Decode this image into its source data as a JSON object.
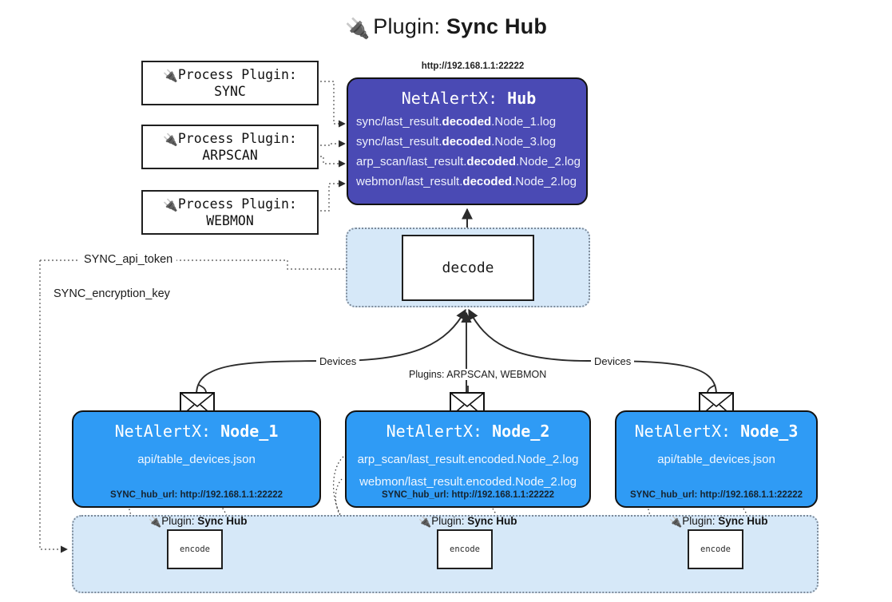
{
  "page": {
    "title_icon": "electric-plug-icon",
    "title_prefix": "Plugin:",
    "title_name": "Sync Hub",
    "bg_color": "#ffffff"
  },
  "colors": {
    "hub_fill": "#4a4ab4",
    "node_fill": "#2f9bf5",
    "group_fill": "#d6e8f8",
    "group_border": "#7d8a99",
    "outline": "#121212"
  },
  "process_plugins": [
    {
      "icon": "electric-plug-icon",
      "line1": "Process Plugin:",
      "line2": "SYNC"
    },
    {
      "icon": "electric-plug-icon",
      "line1": "Process Plugin:",
      "line2": "ARPSCAN"
    },
    {
      "icon": "electric-plug-icon",
      "line1": "Process Plugin:",
      "line2": "WEBMON"
    }
  ],
  "hub": {
    "url": "http://192.168.1.1:22222",
    "title_prefix": "NetAlertX:",
    "title_name": "Hub",
    "lines": [
      {
        "pre": "sync/last_result.",
        "mid": "decoded",
        "post": ".Node_1.log"
      },
      {
        "pre": "sync/last_result.",
        "mid": "decoded",
        "post": ".Node_3.log"
      },
      {
        "pre": "arp_scan/last_result.",
        "mid": "decoded",
        "post": ".Node_2.log"
      },
      {
        "pre": "webmon/last_result.",
        "mid": "decoded",
        "post": ".Node_2.log"
      }
    ]
  },
  "decode": {
    "label": "decode"
  },
  "keys": [
    {
      "label": "SYNC_api_token"
    },
    {
      "label": "SYNC_encryption_key"
    }
  ],
  "edge_labels": {
    "devices_left": "Devices",
    "devices_right": "Devices",
    "plugins_center": "Plugins: ARPSCAN, WEBMON"
  },
  "nodes": [
    {
      "title_prefix": "NetAlertX:",
      "title_name": "Node_1",
      "lines": [
        "api/table_devices.json"
      ],
      "footer": "SYNC_hub_url: http://192.168.1.1:22222",
      "mail_icon": "envelope-icon"
    },
    {
      "title_prefix": "NetAlertX:",
      "title_name": "Node_2",
      "lines": [
        "arp_scan/last_result.encoded.Node_2.log",
        "webmon/last_result.encoded.Node_2.log"
      ],
      "footer": "SYNC_hub_url: http://192.168.1.1:22222",
      "mail_icon": "envelope-icon"
    },
    {
      "title_prefix": "NetAlertX:",
      "title_name": "Node_3",
      "lines": [
        "api/table_devices.json"
      ],
      "footer": "SYNC_hub_url: http://192.168.1.1:22222",
      "mail_icon": "envelope-icon"
    }
  ],
  "encoders": [
    {
      "icon": "electric-plug-icon",
      "caption_prefix": "Plugin:",
      "caption_name": "Sync Hub",
      "box_label": "encode"
    },
    {
      "icon": "electric-plug-icon",
      "caption_prefix": "Plugin:",
      "caption_name": "Sync Hub",
      "box_label": "encode"
    },
    {
      "icon": "electric-plug-icon",
      "caption_prefix": "Plugin:",
      "caption_name": "Sync Hub",
      "box_label": "encode"
    }
  ]
}
